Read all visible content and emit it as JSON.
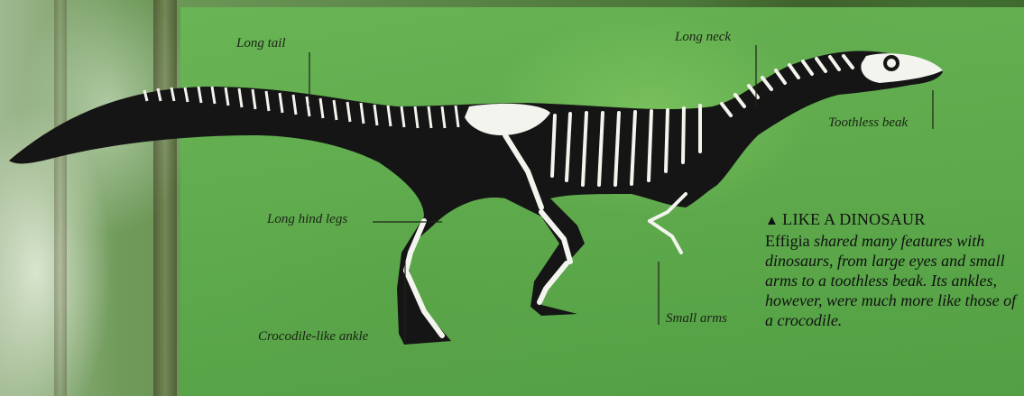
{
  "labels": {
    "long_tail": "Long tail",
    "long_neck": "Long neck",
    "toothless_beak": "Toothless beak",
    "long_hind_legs": "Long hind legs",
    "crocodile_ankle": "Crocodile-like ankle",
    "small_arms": "Small arms"
  },
  "caption": {
    "heading": "LIKE A DINOSAUR",
    "genus": "Effigia",
    "body": " shared many features with dinosaurs, from large eyes and small arms to a toothless beak. Its ankles, however, were much more like those of a crocodile."
  },
  "colors": {
    "panel": "#69b955",
    "bone": "#f4f4ee",
    "silhouette": "#151515",
    "text": "#1b2416"
  },
  "icons": {
    "heading_marker": "triangle-up-icon"
  }
}
